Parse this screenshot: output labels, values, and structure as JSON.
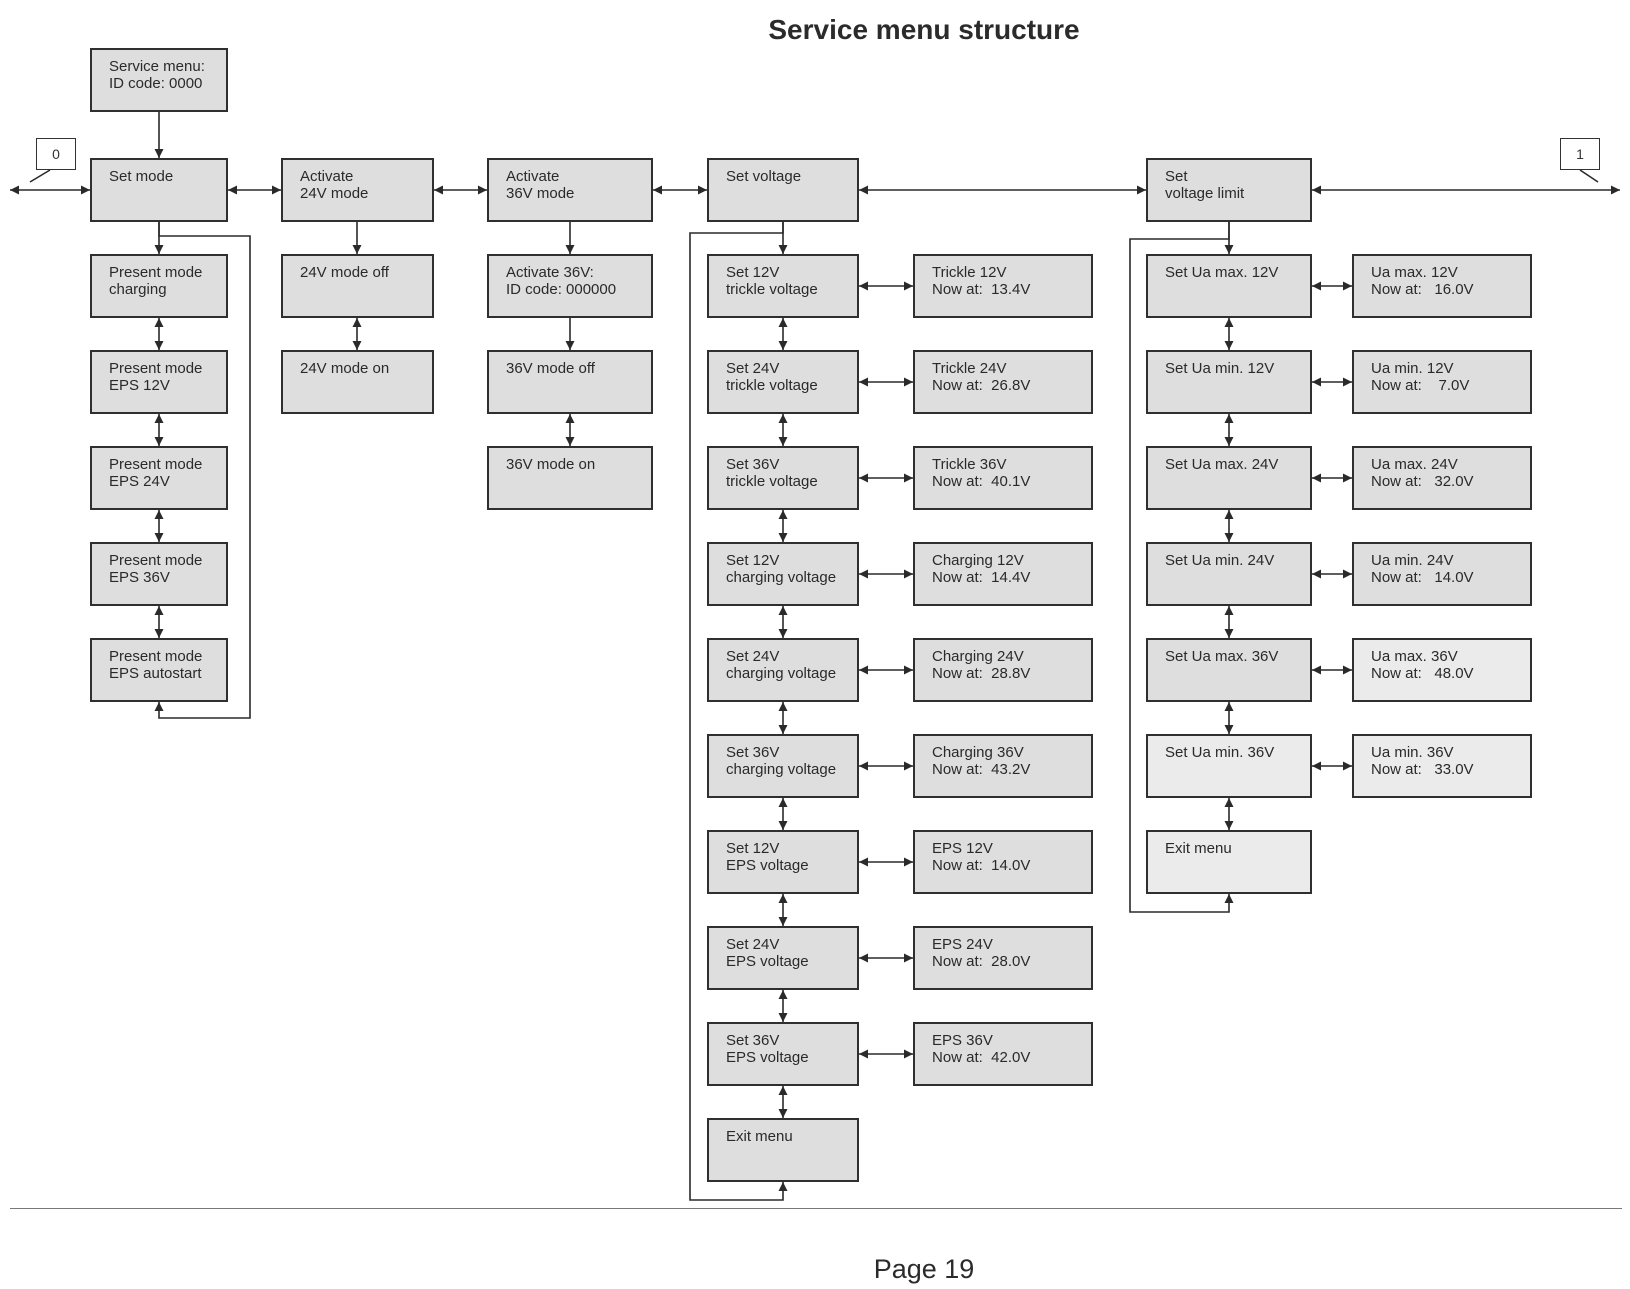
{
  "title": "Service menu structure",
  "page_label": "Page 19",
  "callouts": {
    "left": "0",
    "right": "1"
  },
  "mode_branch": {
    "root": {
      "line1": "Service menu:",
      "line2": "ID code: 0000"
    },
    "set_mode": "Set mode",
    "items": [
      {
        "line1": "Present mode",
        "line2": "charging"
      },
      {
        "line1": "Present mode",
        "line2": "EPS 12V"
      },
      {
        "line1": "Present mode",
        "line2": "EPS 24V"
      },
      {
        "line1": "Present mode",
        "line2": "EPS 36V"
      },
      {
        "line1": "Present mode",
        "line2": "EPS autostart"
      }
    ]
  },
  "activate_24v": {
    "header": {
      "line1": "Activate",
      "line2": "24V mode"
    },
    "items": [
      "24V mode off",
      "24V mode on"
    ]
  },
  "activate_36v": {
    "header": {
      "line1": "Activate",
      "line2": "36V mode"
    },
    "id_code": {
      "line1": "Activate 36V:",
      "line2": "ID code: 000000"
    },
    "items": [
      "36V mode off",
      "36V mode on"
    ]
  },
  "set_voltage": {
    "header": "Set voltage",
    "items": [
      {
        "line1": "Set 12V",
        "line2": "trickle voltage"
      },
      {
        "line1": "Set 24V",
        "line2": "trickle voltage"
      },
      {
        "line1": "Set 36V",
        "line2": "trickle voltage"
      },
      {
        "line1": "Set 12V",
        "line2": "charging voltage"
      },
      {
        "line1": "Set 24V",
        "line2": "charging voltage"
      },
      {
        "line1": "Set 36V",
        "line2": "charging voltage"
      },
      {
        "line1": "Set 12V",
        "line2": "EPS voltage"
      },
      {
        "line1": "Set 24V",
        "line2": "EPS voltage"
      },
      {
        "line1": "Set 36V",
        "line2": "EPS voltage"
      }
    ],
    "values": [
      {
        "line1": "Trickle 12V",
        "line2": "Now at:  13.4V"
      },
      {
        "line1": "Trickle 24V",
        "line2": "Now at:  26.8V"
      },
      {
        "line1": "Trickle 36V",
        "line2": "Now at:  40.1V"
      },
      {
        "line1": "Charging 12V",
        "line2": "Now at:  14.4V"
      },
      {
        "line1": "Charging 24V",
        "line2": "Now at:  28.8V"
      },
      {
        "line1": "Charging 36V",
        "line2": "Now at:  43.2V"
      },
      {
        "line1": "EPS 12V",
        "line2": "Now at:  14.0V"
      },
      {
        "line1": "EPS 24V",
        "line2": "Now at:  28.0V"
      },
      {
        "line1": "EPS 36V",
        "line2": "Now at:  42.0V"
      }
    ],
    "exit": "Exit menu"
  },
  "voltage_limit": {
    "header": {
      "line1": "Set",
      "line2": "voltage limit"
    },
    "items": [
      "Set Ua max. 12V",
      "Set Ua min. 12V",
      "Set Ua max. 24V",
      "Set Ua min. 24V",
      "Set Ua max. 36V",
      "Set Ua min. 36V"
    ],
    "values": [
      {
        "line1": "Ua max. 12V",
        "line2": "Now at:   16.0V"
      },
      {
        "line1": "Ua min. 12V",
        "line2": "Now at:    7.0V"
      },
      {
        "line1": "Ua max. 24V",
        "line2": "Now at:   32.0V"
      },
      {
        "line1": "Ua min. 24V",
        "line2": "Now at:   14.0V"
      },
      {
        "line1": "Ua max. 36V",
        "line2": "Now at:   48.0V"
      },
      {
        "line1": "Ua min. 36V",
        "line2": "Now at:   33.0V"
      }
    ],
    "exit": "Exit menu"
  }
}
